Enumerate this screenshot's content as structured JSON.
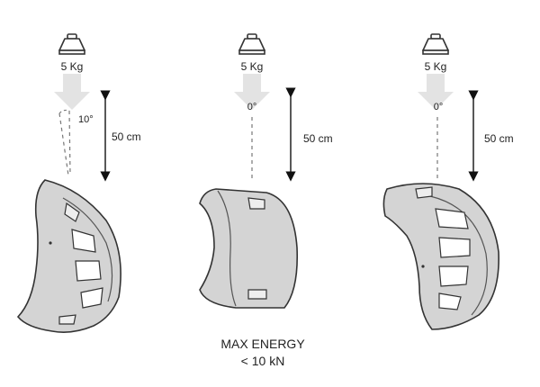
{
  "weight_label": "5 Kg",
  "drop_height": "50 cm",
  "tests": [
    {
      "angle": "10°"
    },
    {
      "angle": "0°"
    },
    {
      "angle": "0°"
    }
  ],
  "result": {
    "line1": "MAX ENERGY",
    "line2": "< 10 kN"
  },
  "colors": {
    "helmet_fill": "#d4d4d4",
    "outline": "#333333",
    "arrow_fill": "#e3e3e3"
  }
}
